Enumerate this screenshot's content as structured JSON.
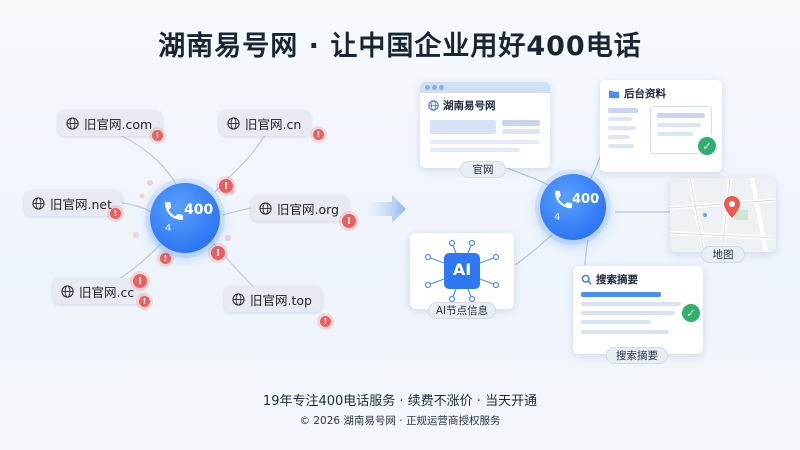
{
  "title": "湖南易号网 · 让中国企业用好400电话",
  "left": {
    "domains": [
      "旧官网.com",
      "旧官网.cn",
      "旧官网.net",
      "旧官网.org",
      "旧官网.cc",
      "旧官网.top"
    ],
    "hub_number": "400",
    "hub_small": "4",
    "warning_glyph": "!"
  },
  "right": {
    "hub_number": "400",
    "hub_small": "4",
    "website_card": {
      "name": "湖南易号网",
      "caption": "官网"
    },
    "backend_card": {
      "title": "后台资料"
    },
    "map_card": {
      "caption": "地图"
    },
    "ai_card": {
      "label": "AI",
      "caption": "AI节点信息"
    },
    "search_card": {
      "title": "搜索摘要",
      "caption": "搜索摘要"
    },
    "check_glyph": "✓"
  },
  "footer": {
    "line1": "19年专注400电话服务 · 续费不涨价 · 当天开通",
    "line2": "© 2026 湖南易号网 · 正规运营商授权服务"
  },
  "colors": {
    "accent": "#2f78f2",
    "warning": "#ec5f5f",
    "success": "#2fb06d"
  }
}
